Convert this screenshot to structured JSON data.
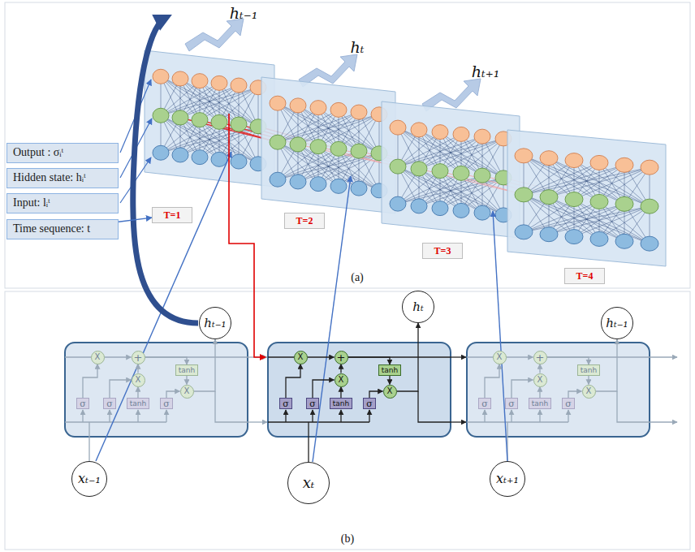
{
  "diagram": {
    "nodes": [
      {
        "text": [
          "Output : σᵢᵗ"
        ]
      },
      {
        "text": [
          "Hidden state: hᵢᵗ"
        ]
      },
      {
        "text": [
          "Input: lᵢᵗ"
        ]
      },
      {
        "text": [
          "Time sequence: t"
        ]
      },
      {
        "text": [
          "T=1"
        ]
      },
      {
        "text": [
          "T=2"
        ]
      },
      {
        "text": [
          "T=3"
        ]
      },
      {
        "text": [
          "T=4"
        ]
      },
      {
        "text": [
          "hₜ₋₁"
        ]
      },
      {
        "text": [
          "hₜ"
        ]
      },
      {
        "text": [
          "hₜ₋₁"
        ]
      },
      {
        "text": [
          "X"
        ]
      },
      {
        "text": [
          "+"
        ]
      },
      {
        "text": [
          "X"
        ]
      },
      {
        "text": [
          "tanh"
        ]
      },
      {
        "text": [
          "X"
        ]
      },
      {
        "text": [
          "σ"
        ]
      },
      {
        "text": [
          "σ"
        ]
      },
      {
        "text": [
          "tanh"
        ]
      },
      {
        "text": [
          "σ"
        ]
      },
      {
        "text": [
          "X"
        ]
      },
      {
        "text": [
          "+"
        ]
      },
      {
        "text": [
          "X"
        ]
      },
      {
        "text": [
          "tanh"
        ]
      },
      {
        "text": [
          "X"
        ]
      },
      {
        "text": [
          "σ"
        ]
      },
      {
        "text": [
          "σ"
        ]
      },
      {
        "text": [
          "tanh"
        ]
      },
      {
        "text": [
          "σ"
        ]
      },
      {
        "text": [
          "X"
        ]
      },
      {
        "text": [
          "+"
        ]
      },
      {
        "text": [
          "X"
        ]
      },
      {
        "text": [
          "tanh"
        ]
      },
      {
        "text": [
          "X"
        ]
      },
      {
        "text": [
          "σ"
        ]
      },
      {
        "text": [
          "σ"
        ]
      },
      {
        "text": [
          "tanh"
        ]
      },
      {
        "text": [
          "σ"
        ]
      },
      {
        "text": [
          "xₜ₋₁"
        ]
      },
      {
        "text": [
          "xₜ"
        ]
      },
      {
        "text": [
          "xₜ₊₁"
        ]
      }
    ],
    "edges": [
      {
        "from": 3,
        "to": 4,
        "arrow": "to"
      },
      {
        "from": 16,
        "to": 11,
        "arrow": "to"
      },
      {
        "from": 17,
        "to": 13,
        "arrow": "to"
      },
      {
        "from": 18,
        "to": 13,
        "arrow": "to"
      },
      {
        "from": 13,
        "to": 12,
        "arrow": "to"
      },
      {
        "from": 11,
        "to": 12,
        "arrow": "to"
      },
      {
        "from": 12,
        "to": 14,
        "arrow": "to"
      },
      {
        "from": 14,
        "to": 15,
        "arrow": "to"
      },
      {
        "from": 19,
        "to": 15,
        "arrow": "to"
      },
      {
        "from": 15,
        "to": 8,
        "arrow": "to"
      },
      {
        "from": 25,
        "to": 20,
        "arrow": "to"
      },
      {
        "from": 26,
        "to": 22,
        "arrow": "to"
      },
      {
        "from": 27,
        "to": 22,
        "arrow": "to"
      },
      {
        "from": 22,
        "to": 21,
        "arrow": "to"
      },
      {
        "from": 20,
        "to": 21,
        "arrow": "to"
      },
      {
        "from": 21,
        "to": 23,
        "arrow": "to"
      },
      {
        "from": 23,
        "to": 24,
        "arrow": "to"
      },
      {
        "from": 28,
        "to": 24,
        "arrow": "to"
      },
      {
        "from": 24,
        "to": 9,
        "arrow": "to"
      },
      {
        "from": 34,
        "to": 29,
        "arrow": "to"
      },
      {
        "from": 35,
        "to": 31,
        "arrow": "to"
      },
      {
        "from": 36,
        "to": 31,
        "arrow": "to"
      },
      {
        "from": 31,
        "to": 30,
        "arrow": "to"
      },
      {
        "from": 29,
        "to": 30,
        "arrow": "to"
      },
      {
        "from": 30,
        "to": 32,
        "arrow": "to"
      },
      {
        "from": 32,
        "to": 33,
        "arrow": "to"
      },
      {
        "from": 37,
        "to": 33,
        "arrow": "to"
      },
      {
        "from": 33,
        "to": 10,
        "arrow": "to"
      }
    ],
    "labels": [
      "hₜ₋₁",
      "hₜ",
      "hₜ₊₁",
      "(a)",
      "(b)"
    ]
  }
}
